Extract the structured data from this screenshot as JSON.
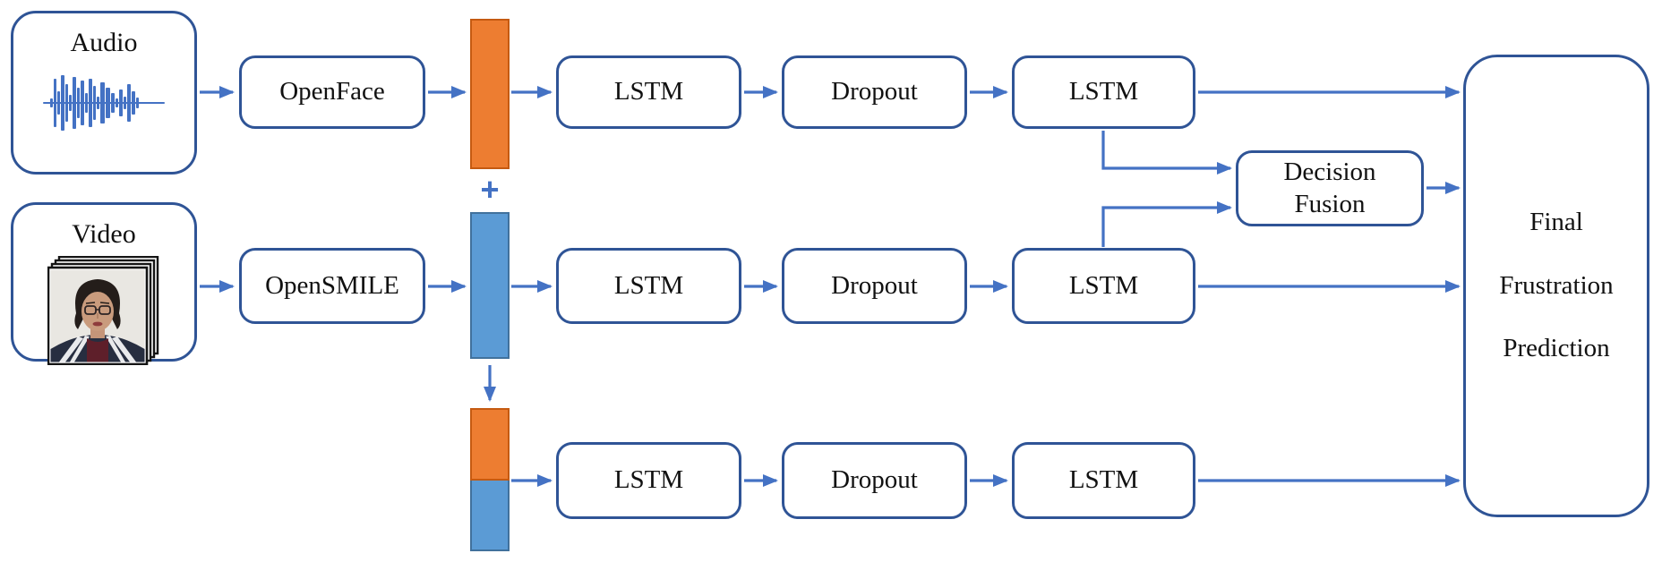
{
  "colors": {
    "arrow_blue": "#4472C4",
    "box_border": "#2F5496",
    "orange_fill": "#ED7D31",
    "orange_border": "#C55A11",
    "blue_fill": "#5B9BD5",
    "blue_border": "#41719C",
    "text_color": "#111111"
  },
  "nodes": {
    "audio_input": {
      "label": "Audio",
      "icon": "audio-waveform-icon"
    },
    "video_input": {
      "label": "Video",
      "icon": "video-frames-icon"
    },
    "openface": {
      "label": "OpenFace"
    },
    "opensmile": {
      "label": "OpenSMILE"
    },
    "concat_operator": "+",
    "audio_branch": {
      "lstm_1": "LSTM",
      "dropout": "Dropout",
      "lstm_2": "LSTM"
    },
    "video_branch": {
      "lstm_1": "LSTM",
      "dropout": "Dropout",
      "lstm_2": "LSTM"
    },
    "fusion_branch": {
      "lstm_1": "LSTM",
      "dropout": "Dropout",
      "lstm_2": "LSTM"
    },
    "decision_fusion": {
      "line1": "Decision",
      "line2": "Fusion"
    },
    "final_prediction": {
      "line1": "Final",
      "line2": "Frustration",
      "line3": "Prediction"
    }
  }
}
